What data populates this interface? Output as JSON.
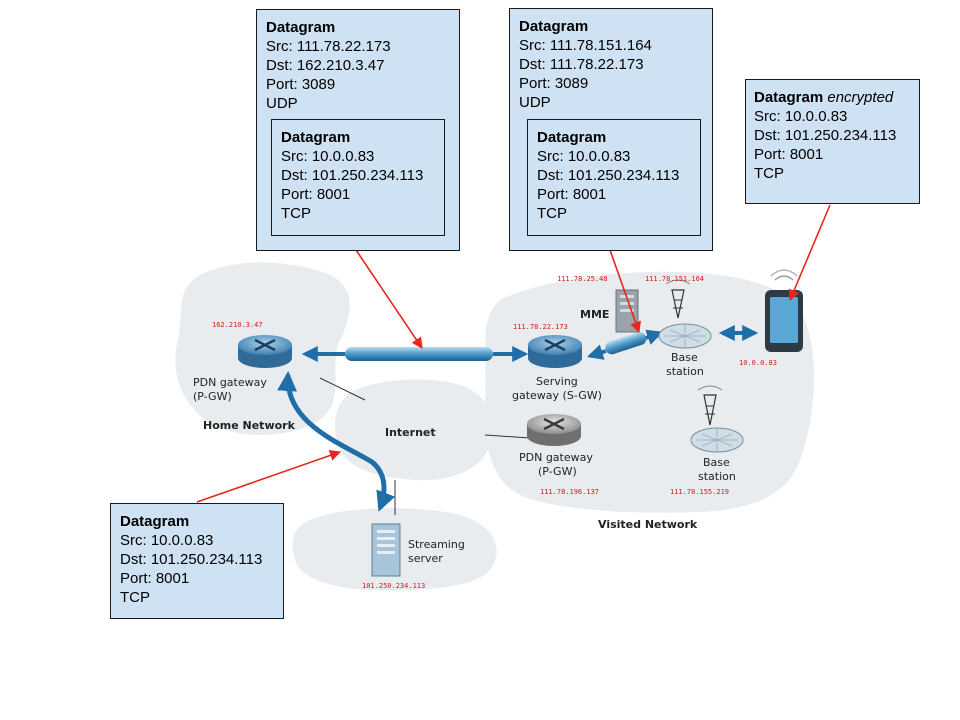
{
  "datagram_outer_home": {
    "title": "Datagram",
    "src": "Src: 111.78.22.173",
    "dst": "Dst: 162.210.3.47",
    "port": "Port: 3089",
    "proto": "UDP",
    "inner": {
      "title": "Datagram",
      "src": "Src: 10.0.0.83",
      "dst": "Dst: 101.250.234.113",
      "port": "Port: 8001",
      "proto": "TCP"
    }
  },
  "datagram_outer_visited": {
    "title": "Datagram",
    "src": "Src: 111.78.151.164",
    "dst": "Dst: 111.78.22.173",
    "port": "Port: 3089",
    "proto": "UDP",
    "inner": {
      "title": "Datagram",
      "src": "Src: 10.0.0.83",
      "dst": "Dst: 101.250.234.113",
      "port": "Port: 8001",
      "proto": "TCP"
    }
  },
  "datagram_encrypted": {
    "title": "Datagram",
    "title_suffix": "encrypted",
    "src": "Src: 10.0.0.83",
    "dst": "Dst: 101.250.234.113",
    "port": "Port: 8001",
    "proto": "TCP"
  },
  "datagram_internet": {
    "title": "Datagram",
    "src": "Src: 10.0.0.83",
    "dst": "Dst: 101.250.234.113",
    "port": "Port: 8001",
    "proto": "TCP"
  },
  "nodes": {
    "home_pgw": {
      "line1": "PDN gateway",
      "line2": "(P-GW)",
      "ip": "162.210.3.47"
    },
    "home_network": "Home Network",
    "internet": "Internet",
    "streaming": {
      "line1": "Streaming",
      "line2": "server",
      "ip": "101.250.234.113"
    },
    "mme": {
      "label": "MME",
      "ip": "111.78.25.48"
    },
    "sgw": {
      "line1": "Serving",
      "line2": "gateway (S-GW)",
      "ip": "111.78.22.173"
    },
    "base1": {
      "line1": "Base",
      "line2": "station",
      "ip": "111.78.151.164"
    },
    "phone_ip": "10.0.0.83",
    "visited_pgw": {
      "line1": "PDN gateway",
      "line2": "(P-GW)",
      "ip": "111.78.196.137"
    },
    "base2": {
      "line1": "Base",
      "line2": "station",
      "ip": "111.78.155.219"
    },
    "visited_network": "Visited Network"
  },
  "colors": {
    "box_fill": "#cfe2f3",
    "arrow_red": "#e8261d",
    "link_blue": "#1f6ea8",
    "ip_red": "#d11a1a",
    "cloud": "#e9ecee"
  }
}
